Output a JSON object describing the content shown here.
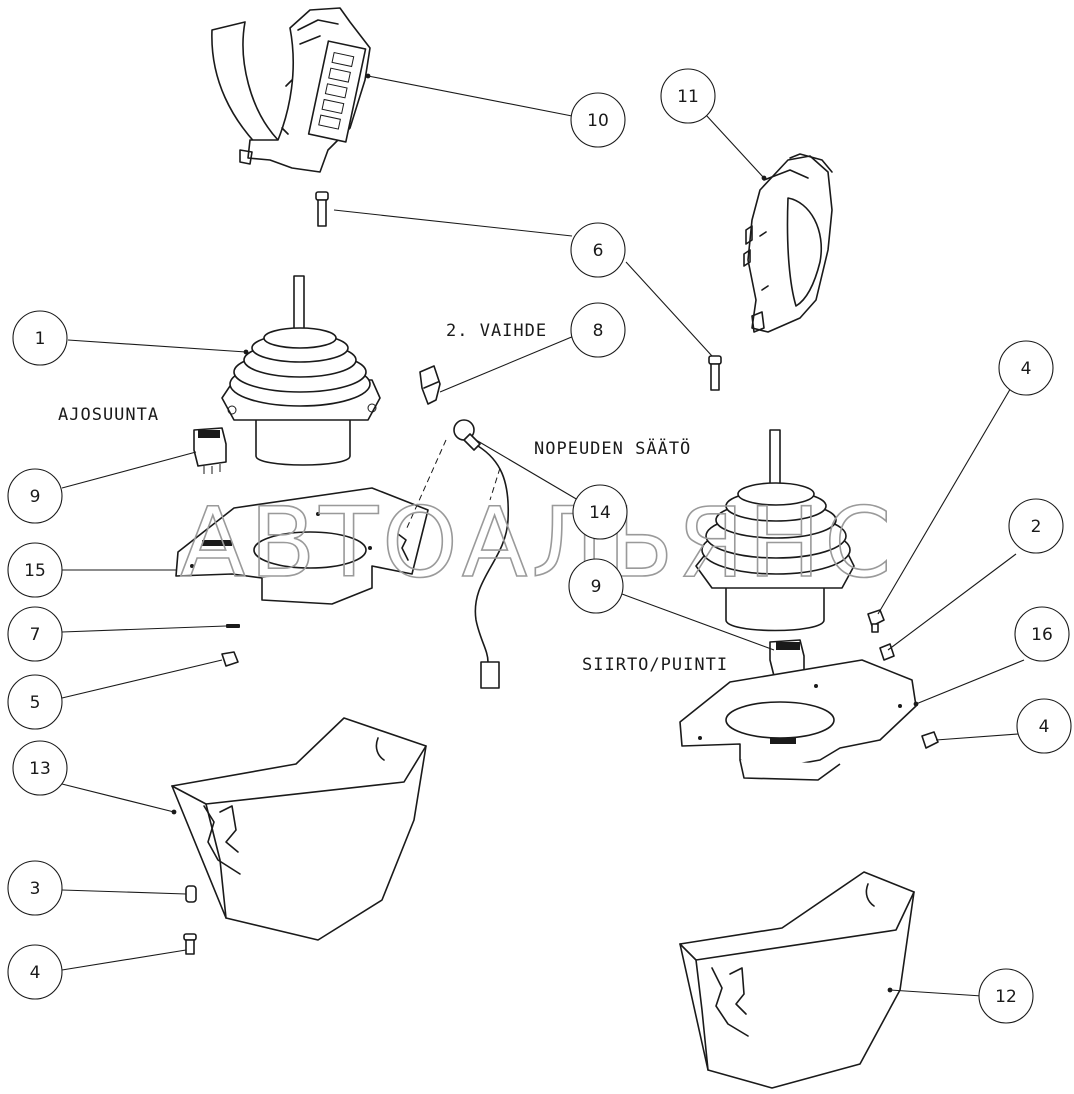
{
  "labels": {
    "ajosuunta": "AJOSUUNTA",
    "vaihde": "2. VAIHDE",
    "nopeuden": "NOPEUDEN SÄÄTÖ",
    "siirto": "SIIRTO/PUINTI"
  },
  "watermark": "АВТОАЛЬЯНС",
  "callouts": {
    "c10": "10",
    "c11": "11",
    "c6": "6",
    "c1": "1",
    "c8": "8",
    "c9a": "9",
    "c15": "15",
    "c7": "7",
    "c5": "5",
    "c13": "13",
    "c3": "3",
    "c4a": "4",
    "c14": "14",
    "c9b": "9",
    "c4b": "4",
    "c2": "2",
    "c16": "16",
    "c4c": "4",
    "c12": "12"
  }
}
